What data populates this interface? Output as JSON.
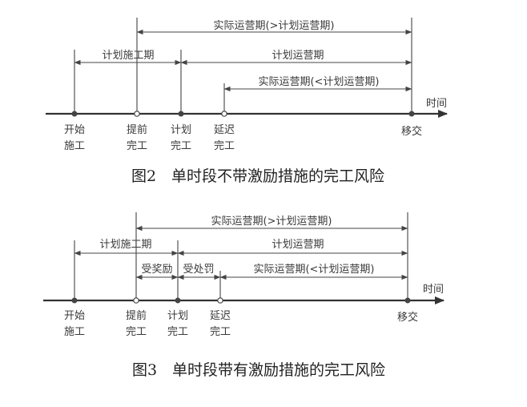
{
  "figures": [
    {
      "caption": "图2　单时段不带激励措施的完工风险",
      "time_label": "时间",
      "points": [
        {
          "label": [
            "开始",
            "施工"
          ],
          "marker": "filled"
        },
        {
          "label": [
            "提前",
            "完工"
          ],
          "marker": "hollow"
        },
        {
          "label": [
            "计划",
            "完工"
          ],
          "marker": "filled"
        },
        {
          "label": [
            "延迟",
            "完工"
          ],
          "marker": "hollow"
        },
        {
          "label": [
            "移交"
          ],
          "marker": "filled"
        }
      ],
      "spans": [
        {
          "label": "实际运营期(>计划运营期)"
        },
        {
          "label": "计划施工期"
        },
        {
          "label": "计划运营期"
        },
        {
          "label": "实际运营期(<计划运营期)"
        }
      ]
    },
    {
      "caption": "图3　单时段带有激励措施的完工风险",
      "time_label": "时间",
      "points": [
        {
          "label": [
            "开始",
            "施工"
          ],
          "marker": "filled"
        },
        {
          "label": [
            "提前",
            "完工"
          ],
          "marker": "hollow"
        },
        {
          "label": [
            "计划",
            "完工"
          ],
          "marker": "filled"
        },
        {
          "label": [
            "延迟",
            "完工"
          ],
          "marker": "hollow"
        },
        {
          "label": [
            "移交"
          ],
          "marker": "filled"
        }
      ],
      "spans": [
        {
          "label": "实际运营期(>计划运营期)"
        },
        {
          "label": "计划施工期"
        },
        {
          "label": "计划运营期"
        },
        {
          "label": "受奖励"
        },
        {
          "label": "受处罚"
        },
        {
          "label": "实际运营期(<计划运营期)"
        }
      ]
    }
  ]
}
